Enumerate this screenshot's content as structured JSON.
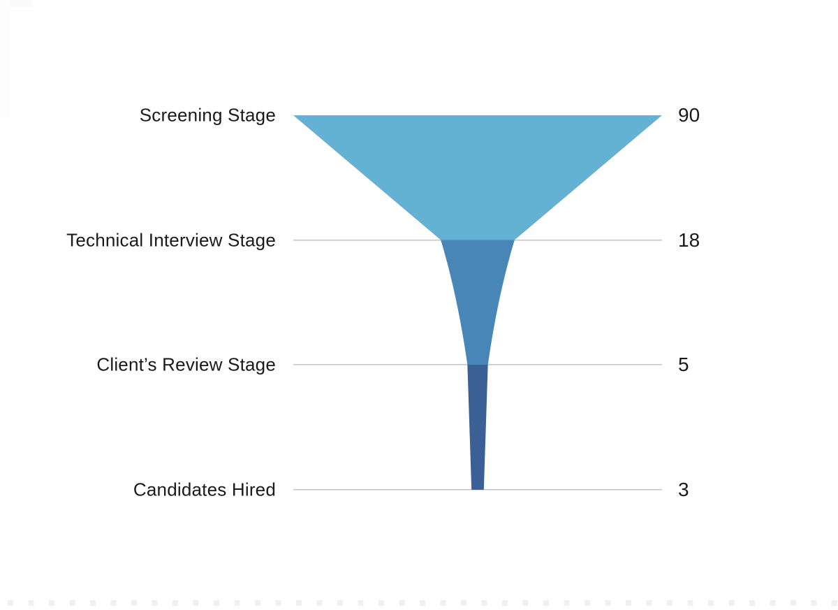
{
  "chart_data": {
    "type": "funnel",
    "title": "",
    "stages": [
      {
        "label": "Screening Stage",
        "value": 90,
        "gridline": false
      },
      {
        "label": "Technical Interview Stage",
        "value": 18,
        "gridline": true
      },
      {
        "label": "Client’s Review Stage",
        "value": 5,
        "gridline": true
      },
      {
        "label": "Candidates Hired",
        "value": 3,
        "gridline": true
      }
    ],
    "segment_colors": [
      "#63B1D3",
      "#4886B8",
      "#3B6096"
    ],
    "gridline_color": "#A9A9A9",
    "label_color": "#1A1A1A",
    "background_color": "#FFFFFF",
    "orientation": "vertical",
    "value_position": "right",
    "label_position": "left",
    "notes": "Funnel width proportional to stage value; colored segments span between consecutive stage lines"
  }
}
